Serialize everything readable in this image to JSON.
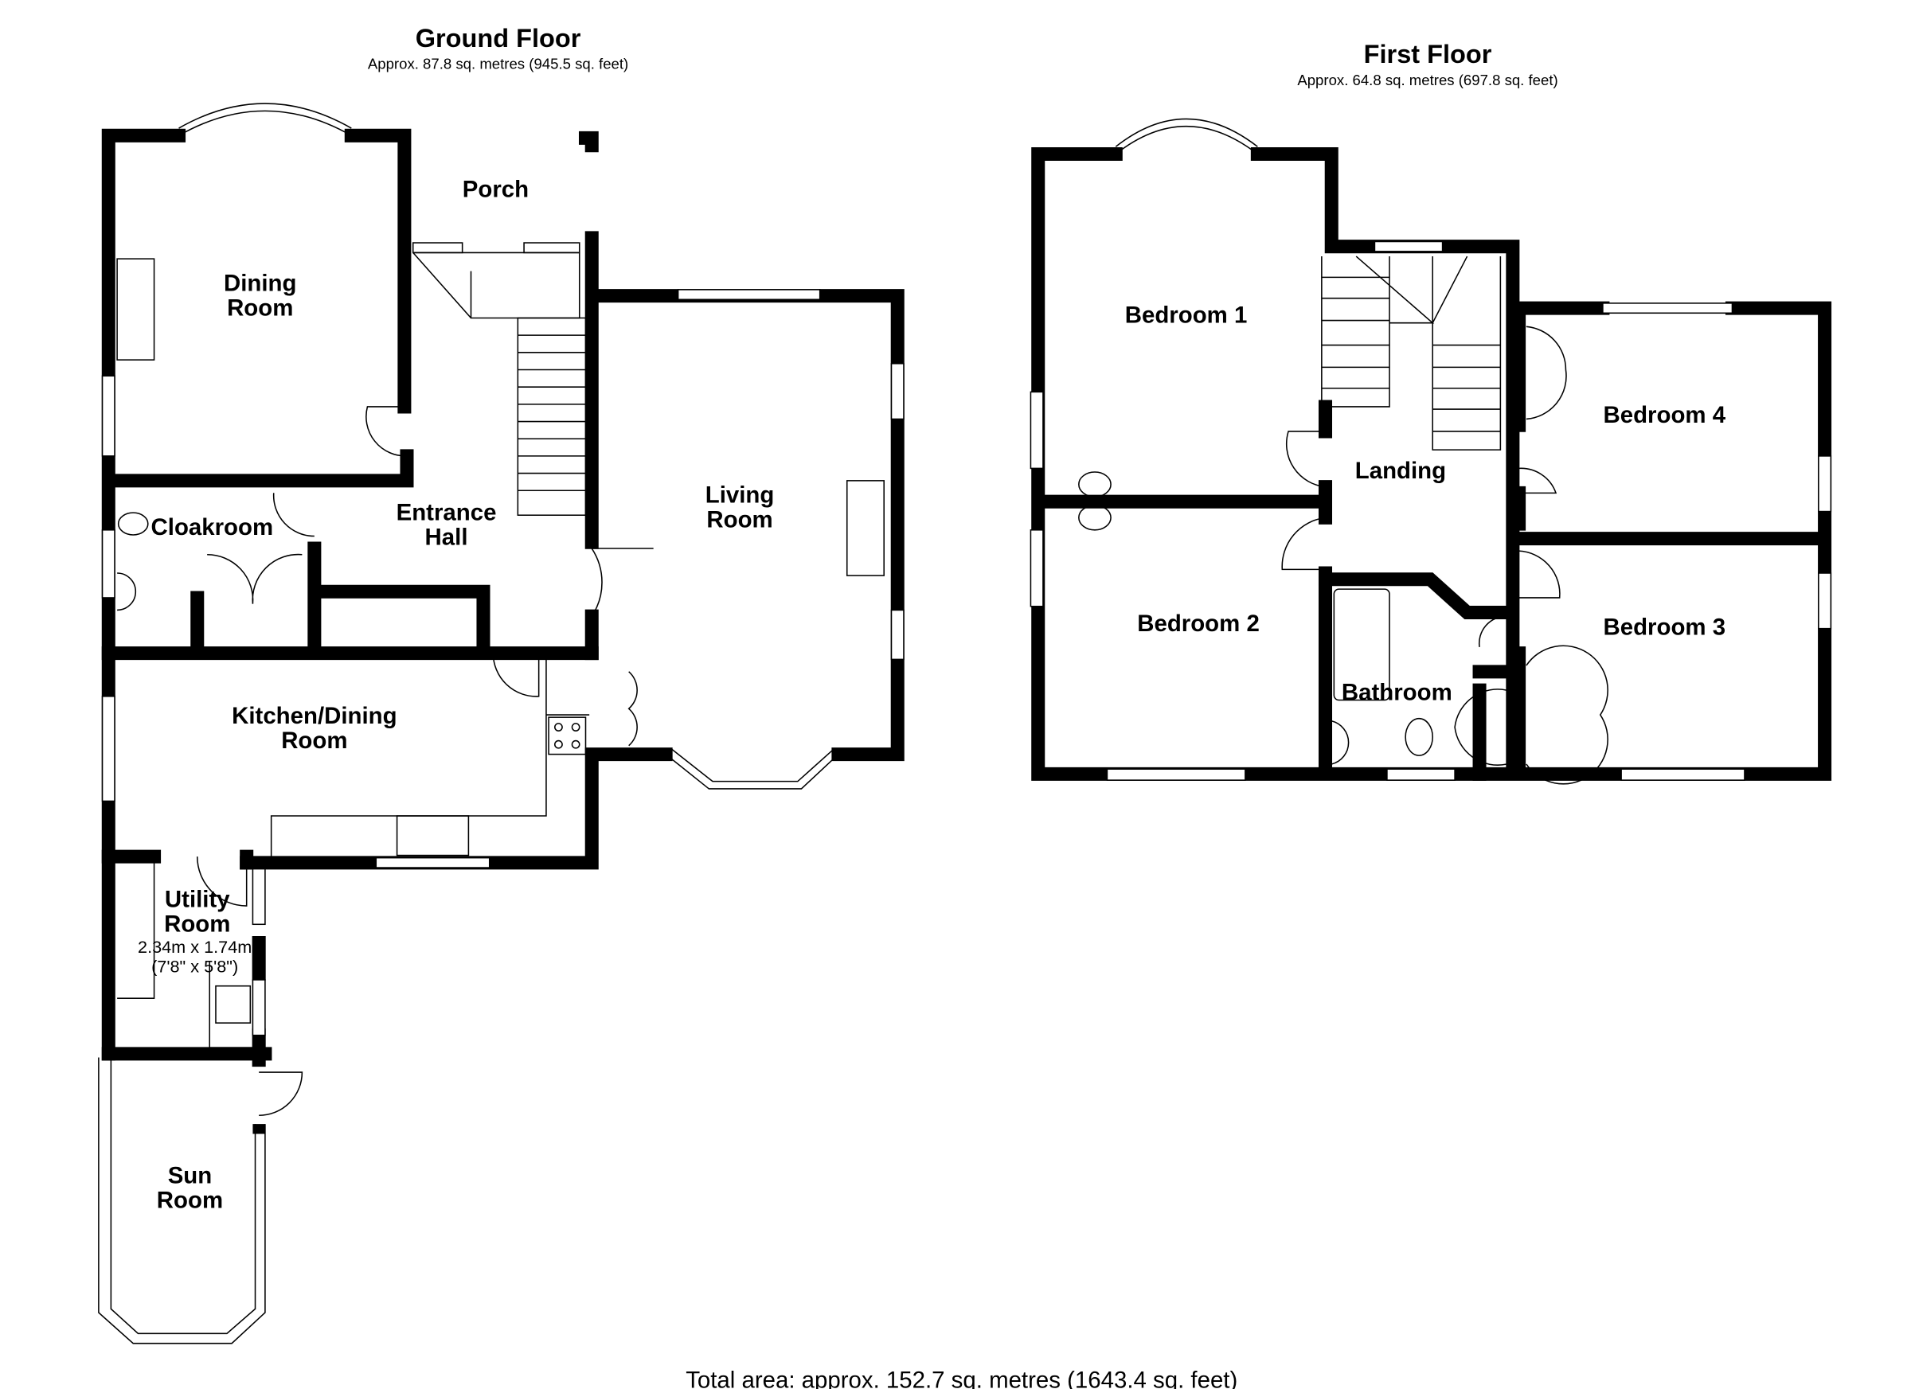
{
  "ground_floor": {
    "title": "Ground Floor",
    "area": "Approx. 87.8 sq. metres (945.5 sq. feet)",
    "rooms": {
      "dining_room": [
        "Dining",
        "Room"
      ],
      "porch": "Porch",
      "entrance_hall": [
        "Entrance",
        "Hall"
      ],
      "living_room": [
        "Living",
        "Room"
      ],
      "cloakroom": "Cloakroom",
      "kitchen_dining": [
        "Kitchen/Dining",
        "Room"
      ],
      "utility_room": [
        "Utility",
        "Room"
      ],
      "utility_dim_metric": "2.34m x 1.74m",
      "utility_dim_imperial": "(7'8\" x 5'8\")",
      "sun_room": [
        "Sun",
        "Room"
      ]
    }
  },
  "first_floor": {
    "title": "First Floor",
    "area": "Approx. 64.8 sq. metres (697.8 sq. feet)",
    "rooms": {
      "bedroom_1": "Bedroom 1",
      "bedroom_2": "Bedroom 2",
      "bedroom_3": "Bedroom 3",
      "bedroom_4": "Bedroom 4",
      "landing": "Landing",
      "bathroom": "Bathroom"
    }
  },
  "total_area": "Total area: approx. 152.7 sq. metres (1643.4 sq. feet)"
}
